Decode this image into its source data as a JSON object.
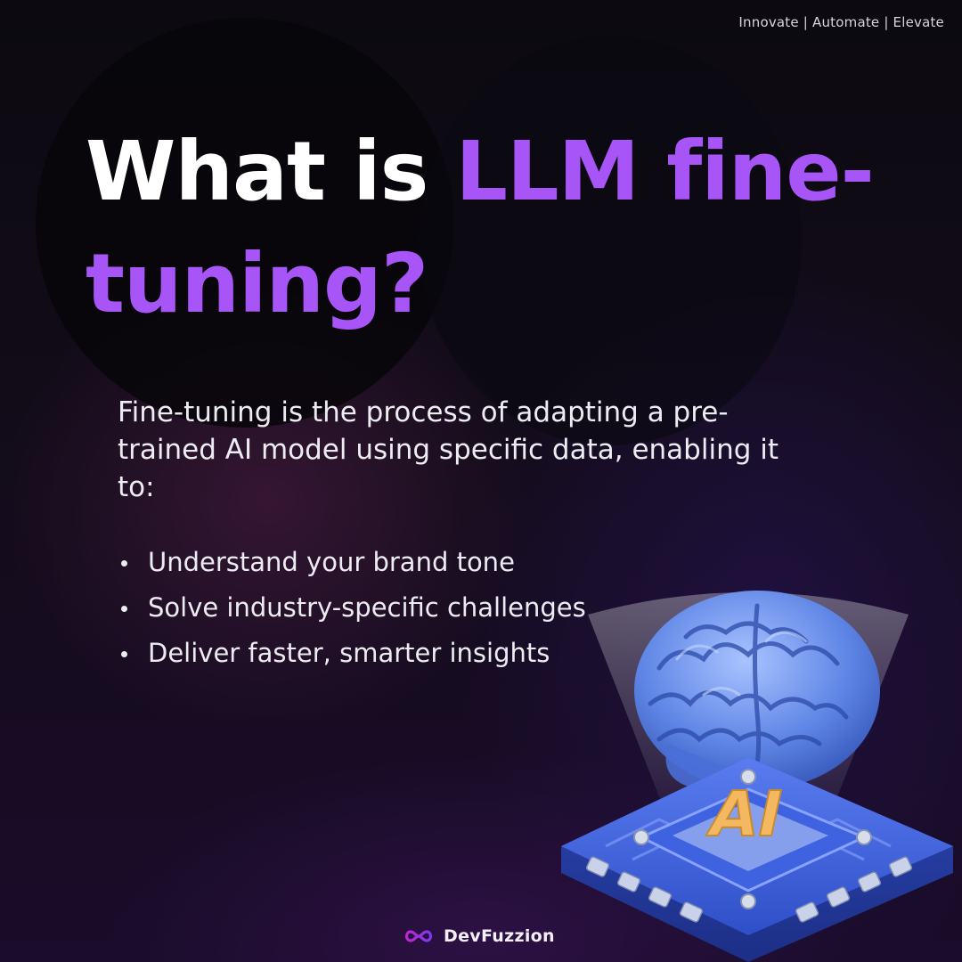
{
  "tagline": "Innovate | Automate | Elevate",
  "title": {
    "part1": "What is ",
    "accent": "LLM fine-tuning?"
  },
  "intro": "Fine-tuning is the process of adapting a pre-trained AI model using specific data, enabling it to:",
  "bullets": [
    "Understand your brand tone",
    "Solve industry-specific challenges",
    "Deliver faster, smarter insights"
  ],
  "illustration": {
    "chip_label": "AI",
    "icons": [
      "brain-icon",
      "chip-icon"
    ]
  },
  "brand": {
    "name": "DevFuzzion",
    "icon": "infinity-logo-icon"
  },
  "colors": {
    "accent": "#a855f7",
    "text": "#ffffff",
    "background": "#0c0812",
    "chip": "#3b5bdb",
    "brain": "#6b8fe0",
    "chip_label": "#f4b860"
  }
}
